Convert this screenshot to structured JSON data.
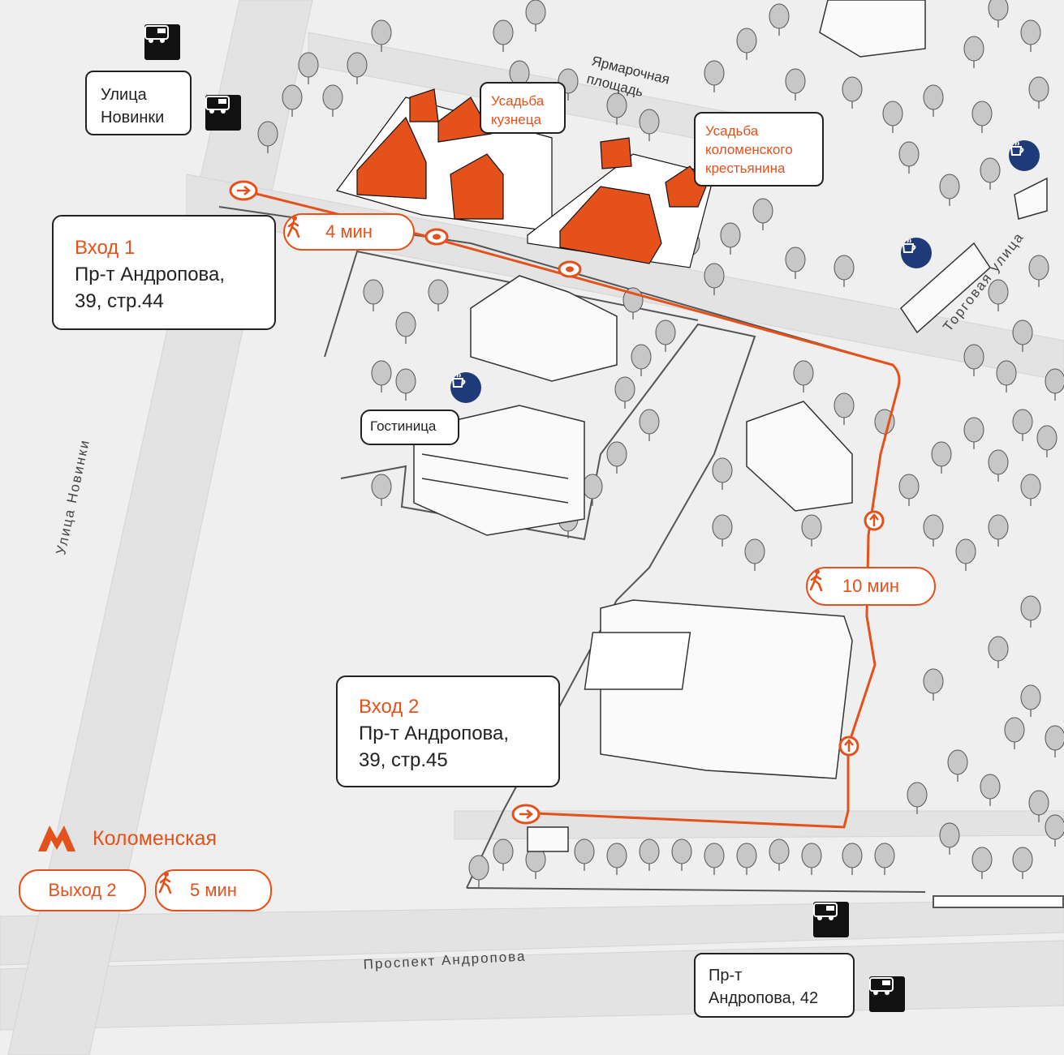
{
  "colors": {
    "accent": "#e5511b",
    "cafe": "#1f3a78",
    "bus": "#111111",
    "ground": "#efefef",
    "road": "#e2e2e2",
    "tree": "#c7c7c7"
  },
  "entrances": {
    "entrance1": {
      "title": "Вход 1",
      "line1": "Пр-т Андропова,",
      "line2": "39, стр.44"
    },
    "entrance2": {
      "title": "Вход 2",
      "line1": "Пр-т Андропова,",
      "line2": "39, стр.45"
    }
  },
  "walk_times": {
    "route1": "4 мин",
    "route2": "10 мин"
  },
  "metro": {
    "station": "Коломенская",
    "exit": "Выход 2",
    "walk": "5 мин"
  },
  "stops": {
    "novinki": {
      "line1": "Улица",
      "line2": "Новинки"
    },
    "andropova": {
      "line1": "Пр-т",
      "line2": "Андропова, 42"
    }
  },
  "places": {
    "blacksmith": {
      "line1": "Усадьба",
      "line2": "кузнеца"
    },
    "peasant": {
      "line1": "Усадьба",
      "line2": "коломенского",
      "line3": "крестьянина"
    },
    "hotel": "Гостиница",
    "fair_square": {
      "line1": "Ярмарочная",
      "line2": "площадь"
    }
  },
  "streets": {
    "novinki": "Улица Новинки",
    "andropova": "Проспект Андропова",
    "torgovaya": "Торговая улица"
  },
  "icons": {
    "bus": "bus-icon",
    "cafe": "coffee-cup-icon",
    "walk": "walking-person-icon",
    "metro": "metro-m-icon",
    "entrance_arrow": "arrow-right-icon",
    "route_arrow": "arrow-up-icon"
  }
}
